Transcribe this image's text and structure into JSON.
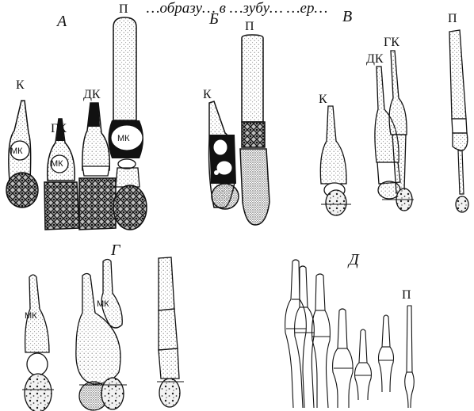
{
  "caption": "…образу… в …зубу… …ер…",
  "panels": [
    {
      "id": "A",
      "label": "А"
    },
    {
      "id": "B",
      "label": "Б"
    },
    {
      "id": "V",
      "label": "В"
    },
    {
      "id": "G",
      "label": "Г"
    },
    {
      "id": "D",
      "label": "Д"
    }
  ],
  "labels": {
    "k": "К",
    "gk": "ГК",
    "dk": "ДК",
    "p": "П",
    "mk": "МК"
  },
  "colors": {
    "ink": "#111111",
    "paper": "#ffffff",
    "stipple": "#7a7a7a",
    "cell_fill": "#ececec"
  }
}
